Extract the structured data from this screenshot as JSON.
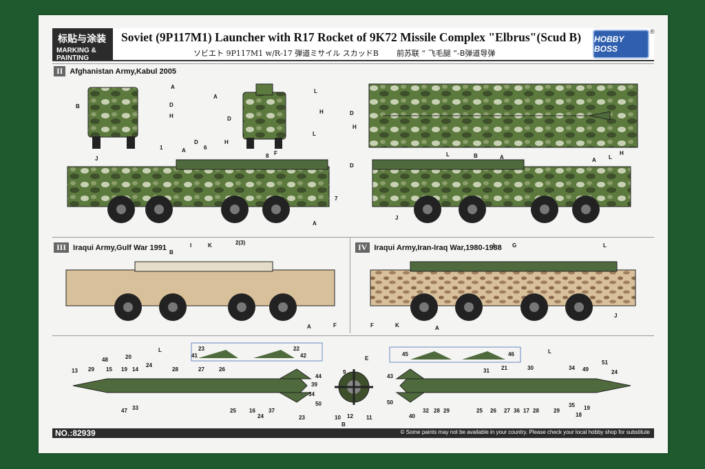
{
  "header": {
    "cn_label": "标贴与涂装",
    "marking_label": "MARKING & PAINTING",
    "title": "Soviet (9P117M1) Launcher with R17 Rocket of 9K72 Missile Complex \"Elbrus\"(Scud B)",
    "jp_subtitle": "ソビエト 9P117M1 w/R-17 弾道ミサイル スカッドB",
    "cn_subtitle": "前苏联 “ 飞毛腿 ”-B弹道导弹",
    "logo": "HOBBY BOSS",
    "reg": "®"
  },
  "sections": [
    {
      "roman": "II",
      "label": "Afghanistan Army,Kabul 2005"
    },
    {
      "roman": "III",
      "label": "Iraqui Army,Gulf War 1991"
    },
    {
      "roman": "IV",
      "label": "Iraqui Army,Iran-Iraq War,1980-1988"
    }
  ],
  "callouts": {
    "afg_front": [
      "A",
      "B",
      "D",
      "H"
    ],
    "afg_rear": [
      "A",
      "L",
      "D",
      "H",
      "F"
    ],
    "afg_side": [
      "1",
      "A",
      "D",
      "6",
      "H",
      "8",
      "L",
      "7",
      "A",
      "J"
    ],
    "afg_top": [
      "D",
      "H"
    ],
    "afg_side2": [
      "D",
      "L",
      "B",
      "A",
      "A",
      "L",
      "H",
      "J"
    ],
    "gulf": [
      "B",
      "I",
      "K",
      "2(3)",
      "A",
      "F"
    ],
    "iran": [
      "I",
      "G",
      "L",
      "F",
      "K",
      "A",
      "J"
    ],
    "fins_left": [
      "23",
      "22",
      "41",
      "42"
    ],
    "fins_right": [
      "45",
      "46"
    ],
    "rocket_left": [
      "L",
      "48",
      "20",
      "24",
      "13",
      "29",
      "15",
      "19",
      "14",
      "28",
      "27",
      "26",
      "44",
      "39",
      "34",
      "50",
      "47",
      "33",
      "25",
      "16",
      "24",
      "37",
      "23"
    ],
    "rocket_right": [
      "L",
      "51",
      "24",
      "31",
      "21",
      "30",
      "34",
      "49",
      "43",
      "50",
      "40",
      "32",
      "28",
      "29",
      "25",
      "26",
      "27",
      "36",
      "17",
      "28",
      "29",
      "35",
      "19",
      "18"
    ],
    "nozzle": [
      "E",
      "9",
      "10",
      "12",
      "11",
      "B"
    ]
  },
  "footer": {
    "number": "NO.:82939",
    "note": "© Some paints may not be available in your country. Please check your local hobby shop for substitute"
  },
  "colors": {
    "frame": "#1f5a2e",
    "camo_green": "#5c7a3e",
    "camo_light": "#c9d1b5",
    "camo_dark": "#3d4f2b",
    "sand": "#d8c09a",
    "brown": "#8b6a4e",
    "rocket": "#4f6a3c"
  }
}
